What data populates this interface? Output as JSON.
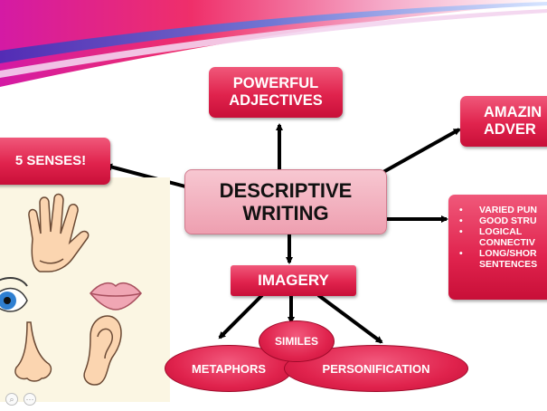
{
  "diagram": {
    "center": {
      "line1": "DESCRIPTIVE",
      "line2": "WRITING"
    },
    "nodes": {
      "adjectives": {
        "line1": "POWERFUL",
        "line2": "ADJECTIVES"
      },
      "adverbs": {
        "line1": "AMAZIN",
        "line2": "ADVER"
      },
      "senses": {
        "label": "5 SENSES!"
      },
      "imagery": {
        "label": "IMAGERY"
      },
      "similes": {
        "label": "SIMILES"
      },
      "metaphors": {
        "label": "METAPHORS"
      },
      "personification": {
        "label": "PERSONIFICATION"
      }
    },
    "list_items": [
      "VARIED PUN",
      "GOOD STRU",
      "LOGICAL\nCONNECTIV",
      "LONG/SHOR\nSENTENCES"
    ]
  },
  "colors": {
    "node_fill": "#e0234d",
    "center_fill": "#f2b3c1",
    "arrow": "#000000",
    "senses_panel": "#fbf6e3"
  },
  "icons": [
    "hand-icon",
    "lips-icon",
    "eye-icon",
    "nose-icon",
    "ear-icon",
    "zoom-icon",
    "more-icon"
  ]
}
